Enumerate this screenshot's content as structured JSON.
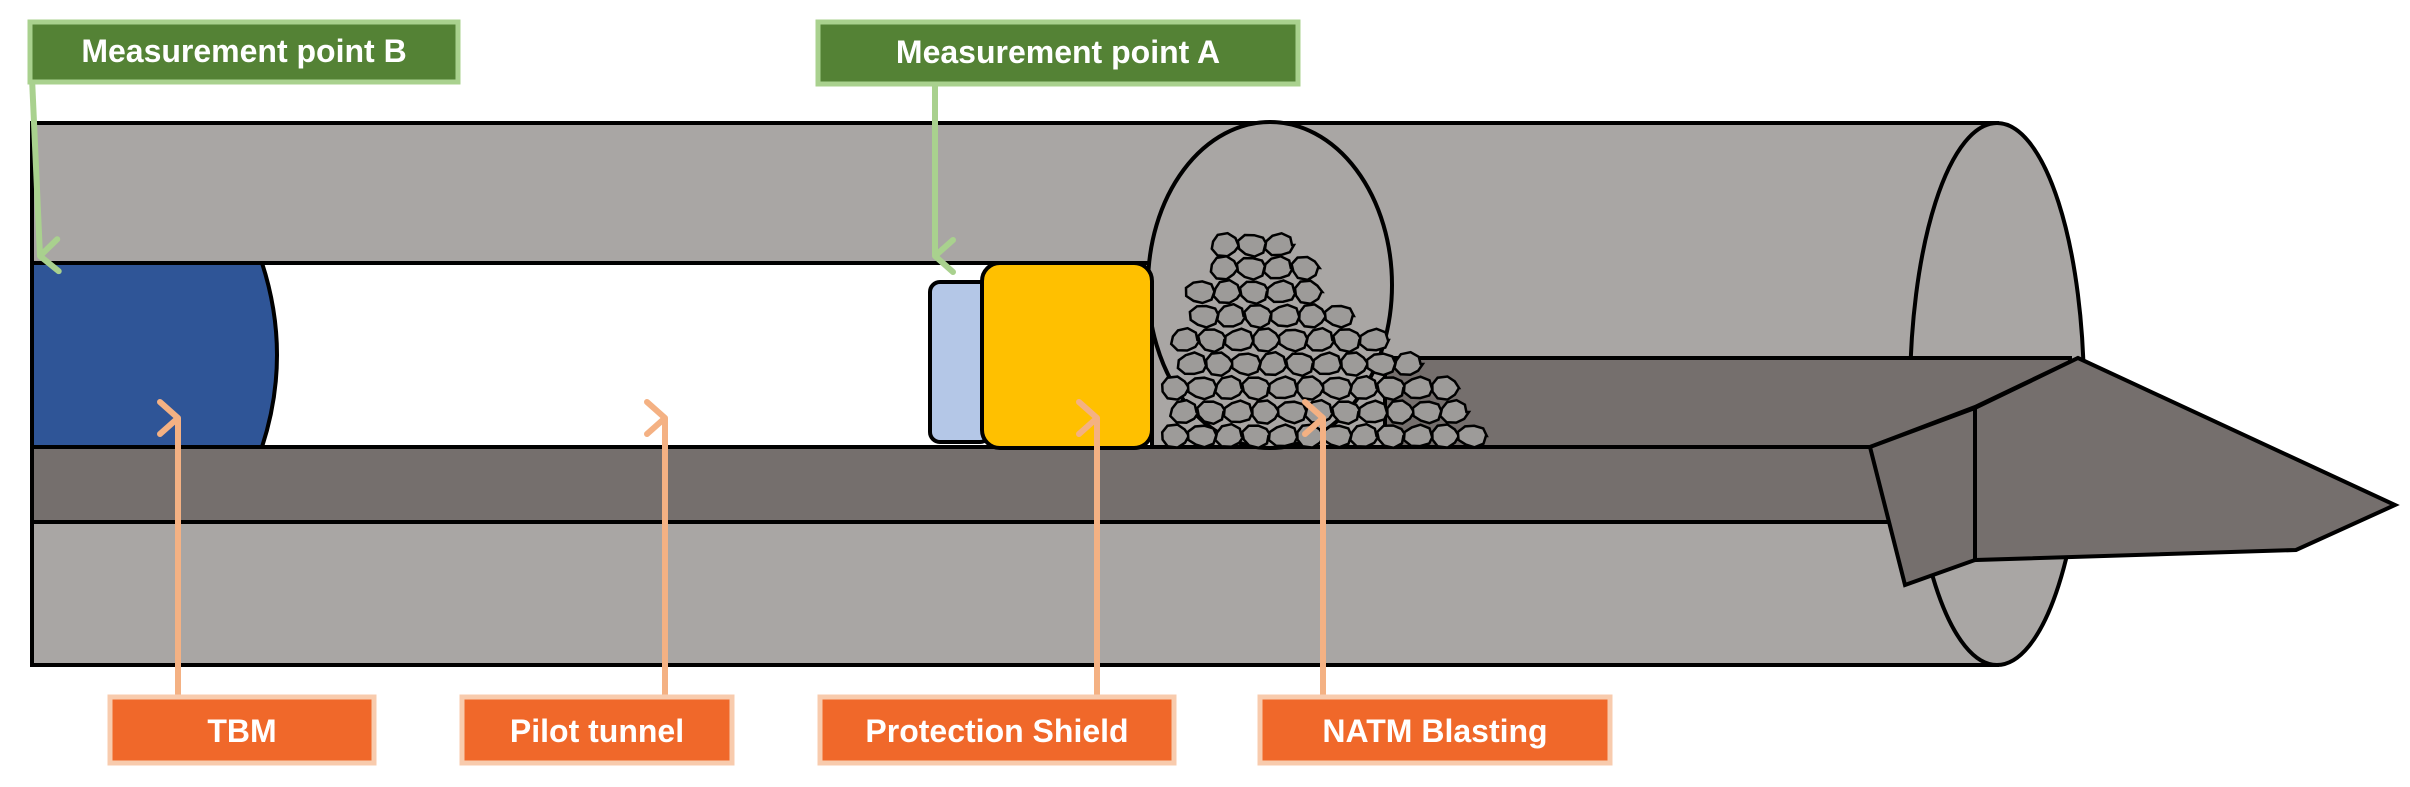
{
  "measurement_labels": {
    "point_b": "Measurement point B",
    "point_a": "Measurement point A"
  },
  "component_labels": {
    "tbm": "TBM",
    "pilot_tunnel": "Pilot tunnel",
    "protection_shield": "Protection Shield",
    "natm_blasting": "NATM Blasting"
  },
  "colors": {
    "tunnel_gray": "#a9a6a4",
    "floor_dark": "#756f6d",
    "tbm_blue": "#2f5597",
    "shield_yellow": "#ffc000",
    "shield_light_blue": "#b4c7e7",
    "muck_gray": "#9d9b99",
    "measurement_green": "#548235",
    "measurement_green_border": "#a9d18e",
    "component_orange": "#f0682a",
    "component_orange_border": "#f8cbad"
  }
}
